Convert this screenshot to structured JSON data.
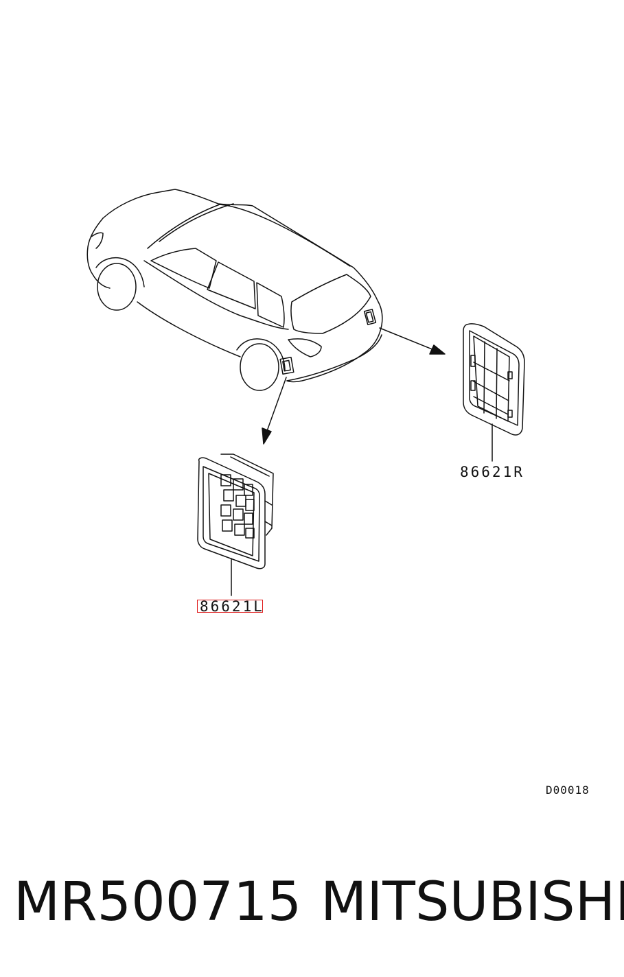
{
  "callouts": {
    "right_part_label": "86621R",
    "left_part_label": "86621L"
  },
  "drawing_code": "D00018",
  "footer": {
    "part_number": "MR500715",
    "brand": "MITSUBISHI"
  },
  "colors": {
    "line": "#111111",
    "highlight": "#e01b1b",
    "background": "#ffffff"
  }
}
